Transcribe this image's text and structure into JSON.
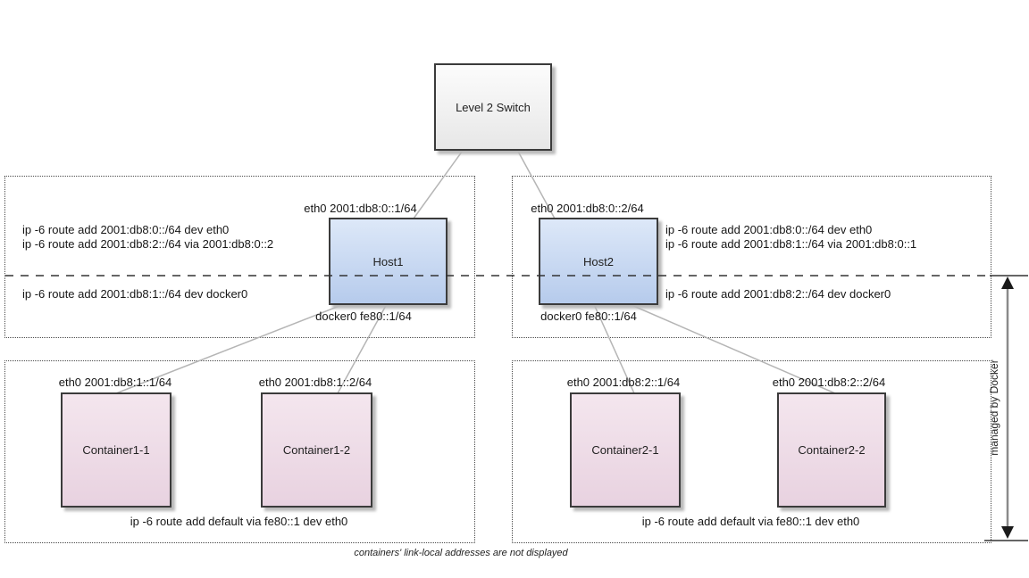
{
  "diagram": {
    "switch": {
      "label": "Level 2 Switch"
    },
    "host1": {
      "label": "Host1",
      "eth0_label": "eth0 2001:db8:0::1/64",
      "docker0_label": "docker0 fe80::1/64",
      "routes_upper": [
        "ip -6 route add 2001:db8:0::/64 dev eth0",
        "ip -6 route add 2001:db8:2::/64 via 2001:db8:0::2"
      ],
      "route_lower": "ip -6 route add 2001:db8:1::/64 dev docker0"
    },
    "host2": {
      "label": "Host2",
      "eth0_label": "eth0 2001:db8:0::2/64",
      "docker0_label": "docker0 fe80::1/64",
      "routes_upper": [
        "ip -6 route add 2001:db8:0::/64 dev eth0",
        "ip -6 route add 2001:db8:1::/64 via 2001:db8:0::1"
      ],
      "route_lower": "ip -6 route add 2001:db8:2::/64 dev docker0"
    },
    "containers1": {
      "items": [
        {
          "label": "Container1-1",
          "eth0_label": "eth0 2001:db8:1::1/64"
        },
        {
          "label": "Container1-2",
          "eth0_label": "eth0 2001:db8:1::2/64"
        }
      ],
      "default_route": "ip -6 route add default via fe80::1 dev eth0"
    },
    "containers2": {
      "items": [
        {
          "label": "Container2-1",
          "eth0_label": "eth0 2001:db8:2::1/64"
        },
        {
          "label": "Container2-2",
          "eth0_label": "eth0 2001:db8:2::2/64"
        }
      ],
      "default_route": "ip -6 route add default via fe80::1 dev eth0"
    },
    "managed_by": "managed by Docker",
    "caption": "containers' link-local addresses are not displayed",
    "colors": {
      "host_fill_top": "#dde8f8",
      "host_fill_bottom": "#b6cbec",
      "container_fill_top": "#f4e6ee",
      "container_fill_bottom": "#e8d2e0",
      "link_line": "#b5b5b5",
      "dash_line": "#333333"
    }
  }
}
